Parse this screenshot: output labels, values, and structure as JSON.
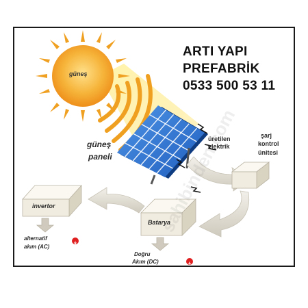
{
  "header": {
    "company_line1": "ARTI YAPI",
    "company_line2": "PREFABRİK",
    "phone": "0533 500 53 11"
  },
  "diagram": {
    "sun_label": "güneş",
    "panel_label_line1": "güneş",
    "panel_label_line2": "paneli",
    "generated_line1": "üretilen",
    "generated_line2": "elektrik",
    "controller_line1": "şarj",
    "controller_line2": "kontrol",
    "controller_line3": "ünitesi",
    "inverter_label": "invertor",
    "battery_label": "Batarya",
    "ac_line1": "alternatif",
    "ac_line2": "akım (AC)",
    "dc_line1": "Doğru",
    "dc_line2": "Akım (DC)",
    "watermark": "sahibinden.com"
  },
  "colors": {
    "sun": "#f3a12a",
    "sun_ray": "#f0a020",
    "panel": "#2f76d2",
    "box": "#f0ecdf",
    "arrow": "#dedad0",
    "bolt": "#e02020"
  }
}
